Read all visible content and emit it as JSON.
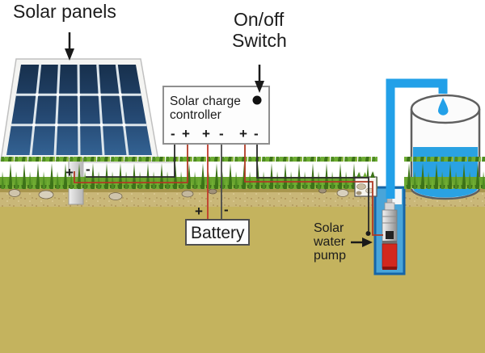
{
  "labels": {
    "solar_panels": "Solar panels",
    "on_off_line1": "On/off",
    "on_off_line2": "Switch",
    "battery": "Battery",
    "pump_line1": "Solar",
    "pump_line2": "water",
    "pump_line3": "pump"
  },
  "controller": {
    "title_line1": "Solar charge",
    "title_line2": "controller",
    "terminals": [
      {
        "sym": "-",
        "color": "#2b2b2b"
      },
      {
        "sym": "+",
        "color": "#2b2b2b"
      },
      {
        "sym": "+",
        "color": "#cc2028"
      },
      {
        "sym": "-",
        "color": "#2b2b2b"
      },
      {
        "sym": "+",
        "color": "#3a3434"
      },
      {
        "sym": "-",
        "color": "#2b2b2b"
      }
    ]
  },
  "polarity": {
    "panel_plus": "+",
    "panel_minus": "-",
    "battery_plus": "+",
    "battery_minus": "-"
  },
  "colors": {
    "water_blue": "#22a0e8",
    "well_fill": "#49a5d9",
    "well_border": "#1565a8",
    "wire_positive": "#b03a24",
    "wire_negative": "#2a2a2a",
    "pump_red": "#d3281e",
    "soil": "#c4b35e",
    "grass": "#68a42e",
    "panel_cell_blue": "#19324f"
  }
}
